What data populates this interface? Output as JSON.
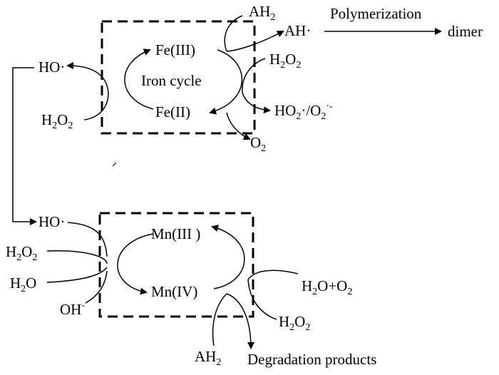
{
  "diagram": {
    "iron": {
      "fe3": "Fe(III)",
      "fe2": "Fe(II)",
      "title": "Iron cycle",
      "ah2": {
        "main": "AH",
        "sub": "2"
      },
      "ah_radical": "AH·",
      "polymerization": "Polymerization",
      "dimer": "dimer",
      "h2o2_right": {
        "a": "H",
        "sub1": "2",
        "b": "O",
        "sub2": "2"
      },
      "h2o2_left": {
        "a": "H",
        "sub1": "2",
        "b": "O",
        "sub2": "2"
      },
      "ho_radical": "HO·",
      "ho2_o2": {
        "a": "HO",
        "sub1": "2",
        "b": "·/O",
        "sub2": "2",
        "sup": "·-"
      },
      "o2": {
        "a": "O",
        "sub": "2"
      }
    },
    "manganese": {
      "mn3": "Mn(III )",
      "mn4": "Mn(IV)",
      "ho_radical": "HO·",
      "h2o2_left": {
        "a": "H",
        "sub1": "2",
        "b": "O",
        "sub2": "2"
      },
      "h2o": "H2O",
      "h2o_parts": {
        "a": "H",
        "sub": "2",
        "b": "O"
      },
      "oh_minus": {
        "main": "OH",
        "sup": "-"
      },
      "h2o_o2": {
        "a": "H",
        "sub1": "2",
        "b": "O+O",
        "sub2": "2"
      },
      "h2o2_right": {
        "a": "H",
        "sub1": "2",
        "b": "O",
        "sub2": "2"
      },
      "ah2": {
        "main": "AH",
        "sub": "2"
      },
      "degradation": "Degradation products"
    }
  }
}
